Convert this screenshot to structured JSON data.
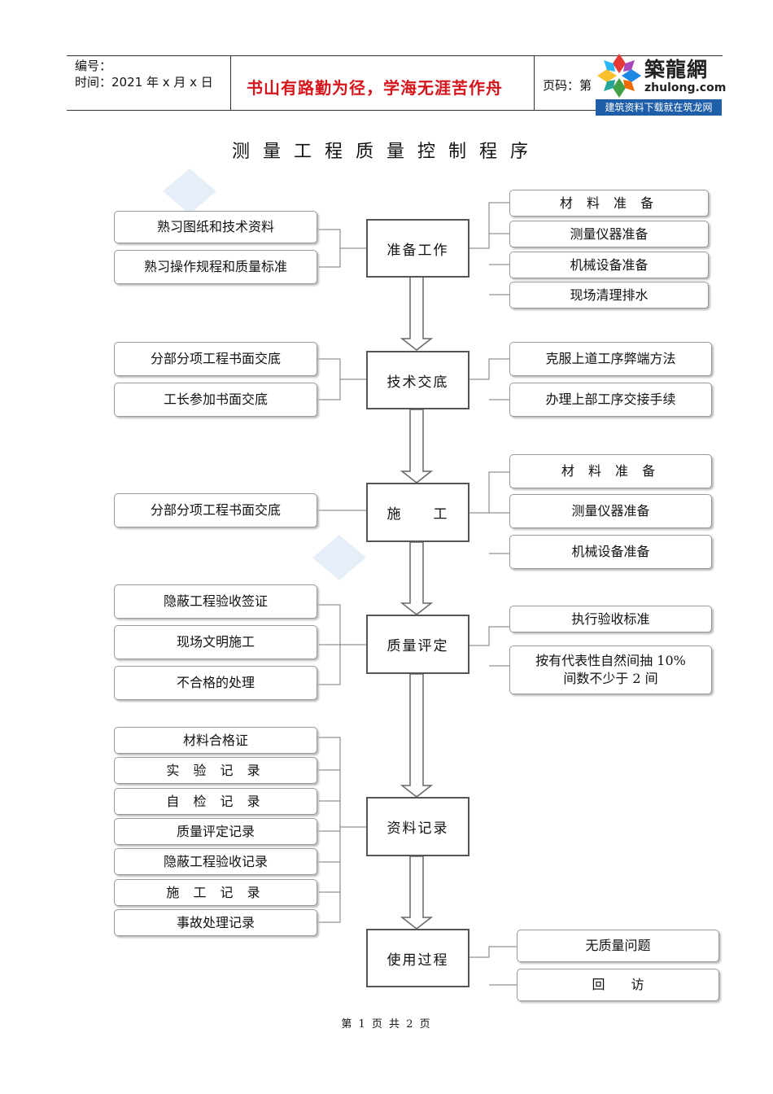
{
  "header": {
    "number_label": "编号：",
    "time_label": "时间：2021 年 x 月 x 日",
    "motto": "书山有路勤为径，学海无涯苦作舟",
    "page_label": "页码：第"
  },
  "logo": {
    "name_cn": "築龍網",
    "domain": "zhulong.com",
    "tagline": "建筑资料下载就在筑龙网"
  },
  "title": "测量工程质量控制程序",
  "stages": [
    {
      "label": "准备工作",
      "left": [
        "熟习图纸和技术资料",
        "熟习操作规程和质量标准"
      ],
      "right": [
        "材 料 准 备",
        "测量仪器准备",
        "机械设备准备",
        "现场清理排水"
      ]
    },
    {
      "label": "技术交底",
      "left": [
        "分部分项工程书面交底",
        "工长参加书面交底"
      ],
      "right": [
        "克服上道工序弊端方法",
        "办理上部工序交接手续"
      ]
    },
    {
      "label": "施　　工",
      "left": [
        "分部分项工程书面交底"
      ],
      "right": [
        "材 料 准 备",
        "测量仪器准备",
        "机械设备准备"
      ]
    },
    {
      "label": "质量评定",
      "left": [
        "隐蔽工程验收签证",
        "现场文明施工",
        "不合格的处理"
      ],
      "right": [
        "执行验收标准",
        "按有代表性自然间抽 10%",
        "间数不少于 2 间"
      ]
    },
    {
      "label": "资料记录",
      "left": [
        "材料合格证",
        "实 验 记 录",
        "自 检 记 录",
        "质量评定记录",
        "隐蔽工程验收记录",
        "施 工 记 录",
        "事故处理记录"
      ],
      "right": []
    },
    {
      "label": "使用过程",
      "left": [],
      "right": [
        "无质量问题",
        "回　　访"
      ]
    }
  ],
  "footer": {
    "prefix": "第",
    "page": "1",
    "middle": "页 共",
    "total": "2",
    "suffix": "页"
  }
}
